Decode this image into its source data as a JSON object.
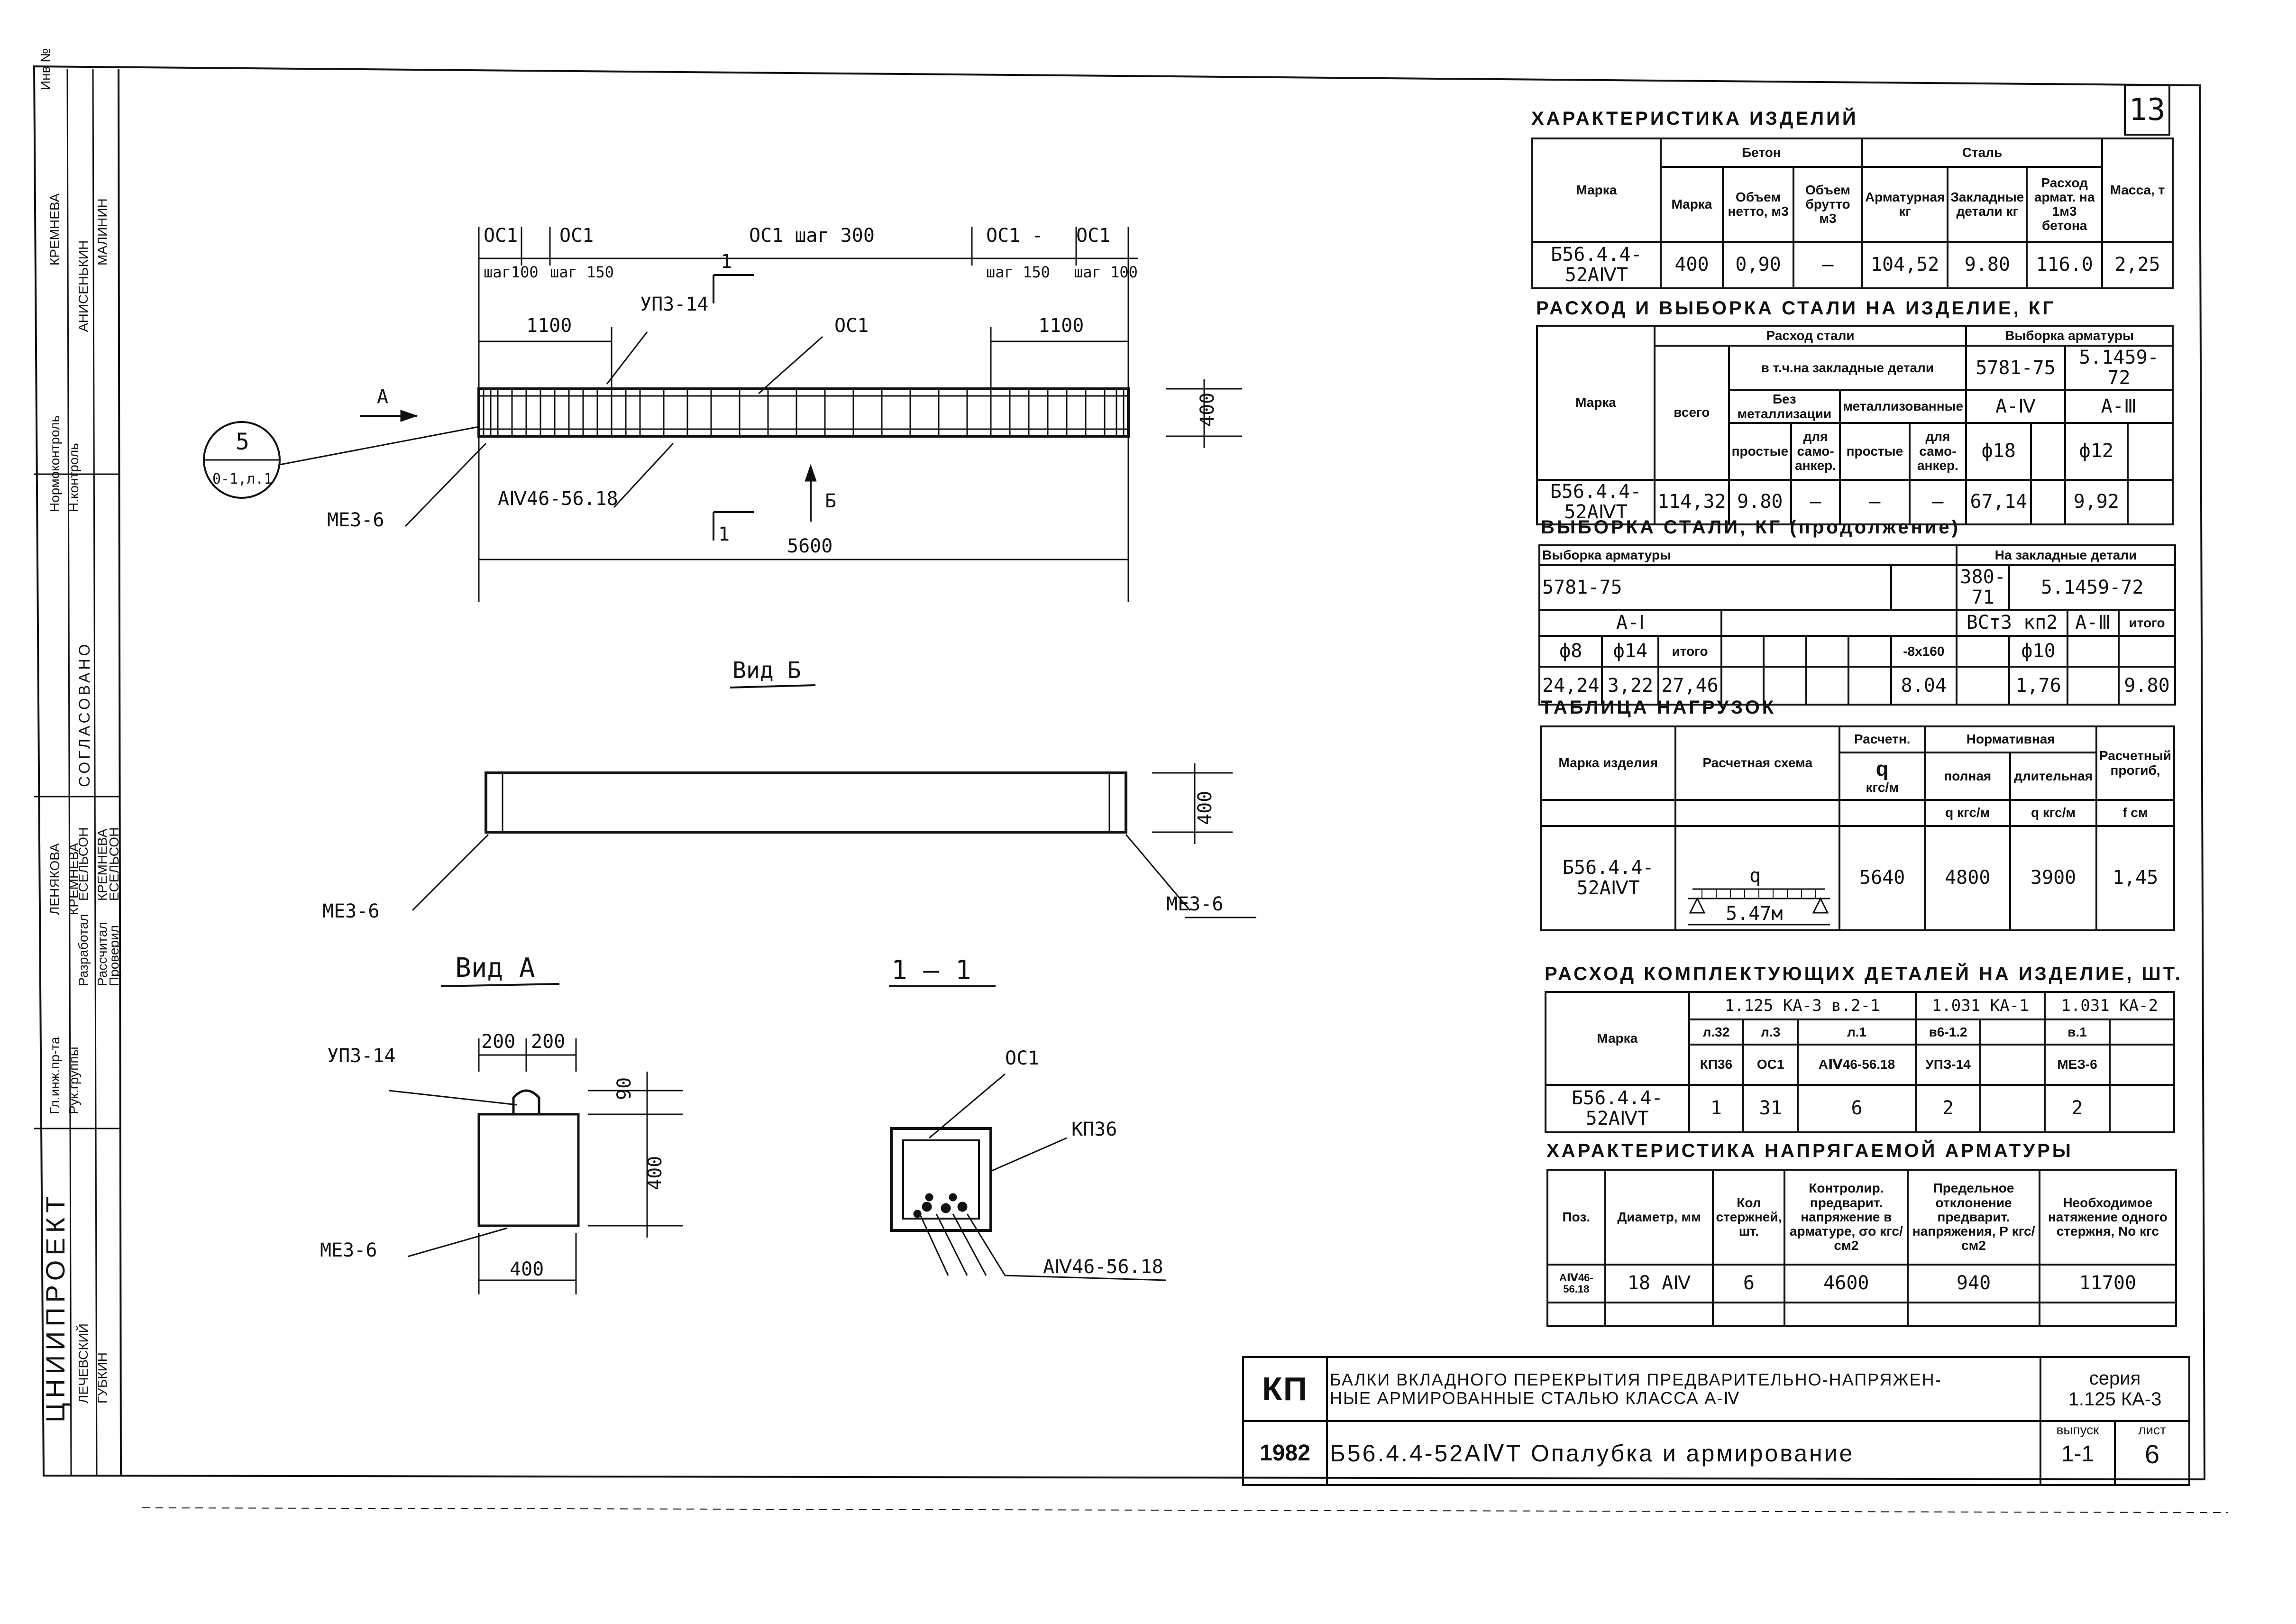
{
  "sheet_number": "13",
  "drawing": {
    "top_labels": [
      "ОС1",
      "ОС1",
      "ОС1 шаг 300",
      "ОС1 -",
      "ОС1"
    ],
    "top_steps": [
      "шаг100",
      "шаг 150",
      "шаг 150",
      "шаг 100"
    ],
    "dim_1100_left": "1100",
    "dim_1100_right": "1100",
    "callout_upz": "УПЗ-14",
    "callout_os1": "ОС1",
    "section_mark": "1",
    "view_a_arrow": "А",
    "dim_400": "400",
    "callout_mez_left": "МЕЗ-6",
    "callout_rebar": "АⅣ46-56.18",
    "view_b_arrow": "Б",
    "dim_5600": "5600",
    "circle_top": "5",
    "circle_bottom": "0-1,л.1",
    "view_b_title": "Вид Б",
    "view_b_dim": "400",
    "view_b_mez_left": "МЕЗ-6",
    "view_b_mez_right": "МЕЗ-6",
    "view_a_title": "Вид А",
    "view_a_upz": "УПЗ-14",
    "view_a_dim_200a": "200",
    "view_a_dim_200b": "200",
    "view_a_dim_90": "90",
    "view_a_dim_400v": "400",
    "view_a_dim_400h": "400",
    "view_a_mez": "МЕЗ-6",
    "sec11_title": "1 — 1",
    "sec11_os1": "ОС1",
    "sec11_kp": "КП36",
    "sec11_rebar": "АⅣ46-56.18"
  },
  "product_characteristics": {
    "title": "ХАРАКТЕРИСТИКА ИЗДЕЛИЙ",
    "h_mark": "Марка",
    "h_concrete": "Бетон",
    "h_steel": "Сталь",
    "h_mass": "Масса, т",
    "h_c_mark": "Марка",
    "h_c_net": "Объем нетто, м3",
    "h_c_gross": "Объем брутто м3",
    "h_s_rebar": "Арматурная кг",
    "h_s_embed": "Закладные детали кг",
    "h_s_rate": "Расход армат. на 1м3 бетона",
    "row": [
      "Б56.4.4-52АⅣТ",
      "400",
      "0,90",
      "—",
      "104,52",
      "9.80",
      "116.0",
      "2,25"
    ]
  },
  "steel_usage": {
    "title": "РАСХОД И ВЫБОРКА СТАЛИ НА ИЗДЕЛИЕ, КГ",
    "h_mark": "Марка",
    "h_total": "всего",
    "h_usage": "Расход стали",
    "h_incl": "в т.ч.на закладные детали",
    "h_nonmet": "Без металлизации",
    "h_met": "металлизованные",
    "h_simple": "простые",
    "h_anchor": "для само-анкер.",
    "h_selection": "Выборка арматуры",
    "h_gost1": "5781-75",
    "h_gost2": "5.1459-72",
    "h_cls1": "А-Ⅳ",
    "h_cls2": "А-Ⅲ",
    "h_d18": "ф18",
    "h_d12": "ф12",
    "row": [
      "Б56.4.4-52АⅣТ",
      "114,32",
      "9.80",
      "—",
      "—",
      "—",
      "67,14",
      "",
      "9,92",
      ""
    ]
  },
  "steel_selection_cont": {
    "title": "ВЫБОРКА СТАЛИ, КГ (продолжение)",
    "h_selection": "Выборка арматуры",
    "h_embed": "На закладные детали",
    "h_g1": "5781-75",
    "h_g2": "380-71",
    "h_g3": "5.1459-72",
    "h_c1": "А-Ⅰ",
    "h_c2": "ВСт3 кп2",
    "h_c3": "А-Ⅲ",
    "h_total": "итого",
    "h_d8": "ф8",
    "h_d14": "ф14",
    "h_total2": "итого",
    "h_plate": "-8х160",
    "h_d10": "ф10",
    "row": [
      "24,24",
      "3,22",
      "27,46",
      "8.04",
      "1,76",
      "9.80"
    ]
  },
  "loads": {
    "title": "ТАБЛИЦА НАГРУЗОК",
    "h_mark": "Марка изделия",
    "h_scheme": "Расчетная схема",
    "h_design": "Расчетн.",
    "h_norm": "Нормативная",
    "h_defl": "Расчетный прогиб,",
    "h_q": "q",
    "h_unit": "кгс/м",
    "h_full": "полная",
    "h_long": "длительная",
    "h_q_full": "q кгс/м",
    "h_q_long": "q кгс/м",
    "h_f": "f см",
    "scheme_q": "q",
    "scheme_span": "5.47м",
    "row": [
      "Б56.4.4-52АⅣТ",
      "5640",
      "4800",
      "3900",
      "1,45"
    ]
  },
  "components": {
    "title": "РАСХОД КОМПЛЕКТУЮЩИХ ДЕТАЛЕЙ НА ИЗДЕЛИЕ, ШТ.",
    "h_mark": "Марка",
    "h_series1": "1.125 КА-3 в.2-1",
    "h_series2": "1.031 КА-1",
    "h_series3": "1.031 КА-2",
    "h_sheets": [
      "л.32",
      "л.3",
      "л.1",
      "в6-1.2",
      "",
      "в.1",
      ""
    ],
    "h_items": [
      "КП36",
      "ОС1",
      "АⅣ46-56.18",
      "УПЗ-14",
      "",
      "МЕЗ-6",
      ""
    ],
    "row": [
      "Б56.4.4-52АⅣТ",
      "1",
      "31",
      "6",
      "2",
      "",
      "2",
      ""
    ]
  },
  "prestressed": {
    "title": "ХАРАКТЕРИСТИКА НАПРЯГАЕМОЙ АРМАТУРЫ",
    "h_pos": "Поз.",
    "h_diam": "Диаметр, мм",
    "h_count": "Кол стержней, шт.",
    "h_control": "Контролир. предварит. напряжение в арматуре, σо кгс/см2",
    "h_limit": "Предельное отклонение предварит. напряжения, Р кгс/см2",
    "h_force": "Необходимое натяжение одного стержня, Nо кгс",
    "row": [
      "АⅣ46-56.18",
      "18 АⅣ",
      "6",
      "4600",
      "940",
      "11700"
    ]
  },
  "title_block": {
    "logo": "КП",
    "title_line1": "БАЛКИ ВКЛАДНОГО ПЕРЕКРЫТИЯ ПРЕДВАРИТЕЛЬНО-НАПРЯЖЕН-",
    "title_line2": "НЫЕ АРМИРОВАННЫЕ СТАЛЬЮ КЛАССА А-Ⅳ",
    "series_label": "серия",
    "series_value": "1.125 КА-3",
    "year": "1982",
    "sheet_title": "Б56.4.4-52АⅣТ Опалубка и армирование",
    "issue_label": "выпуск",
    "sheet_label": "лист",
    "issue_value": "1-1",
    "sheet_value": "6"
  },
  "side_stamp": {
    "inv": "Инв №",
    "org": "ЦНИИПРОЕКТ",
    "agreed": "СОГЛАСОВАНО",
    "roles": [
      "Гл.инж.пр-та",
      "Рук.группы",
      "Разработал",
      "Рассчитал",
      "Проверил",
      "Нормоконтроль",
      "Н.контроль"
    ],
    "names": [
      "ЛЕНЯКОВА",
      "КРЕМНЕВА",
      "ЕСЕЛЬСОН",
      "КРЕМНЕВА",
      "ЕСЕЛЬСОН",
      "ЛЕЧЕВСКИЙ",
      "ГУБКИН"
    ],
    "col_names": [
      "КРЕМНЕВА",
      "АНИСЕНЬКИН",
      "МАЛИНИН"
    ]
  }
}
